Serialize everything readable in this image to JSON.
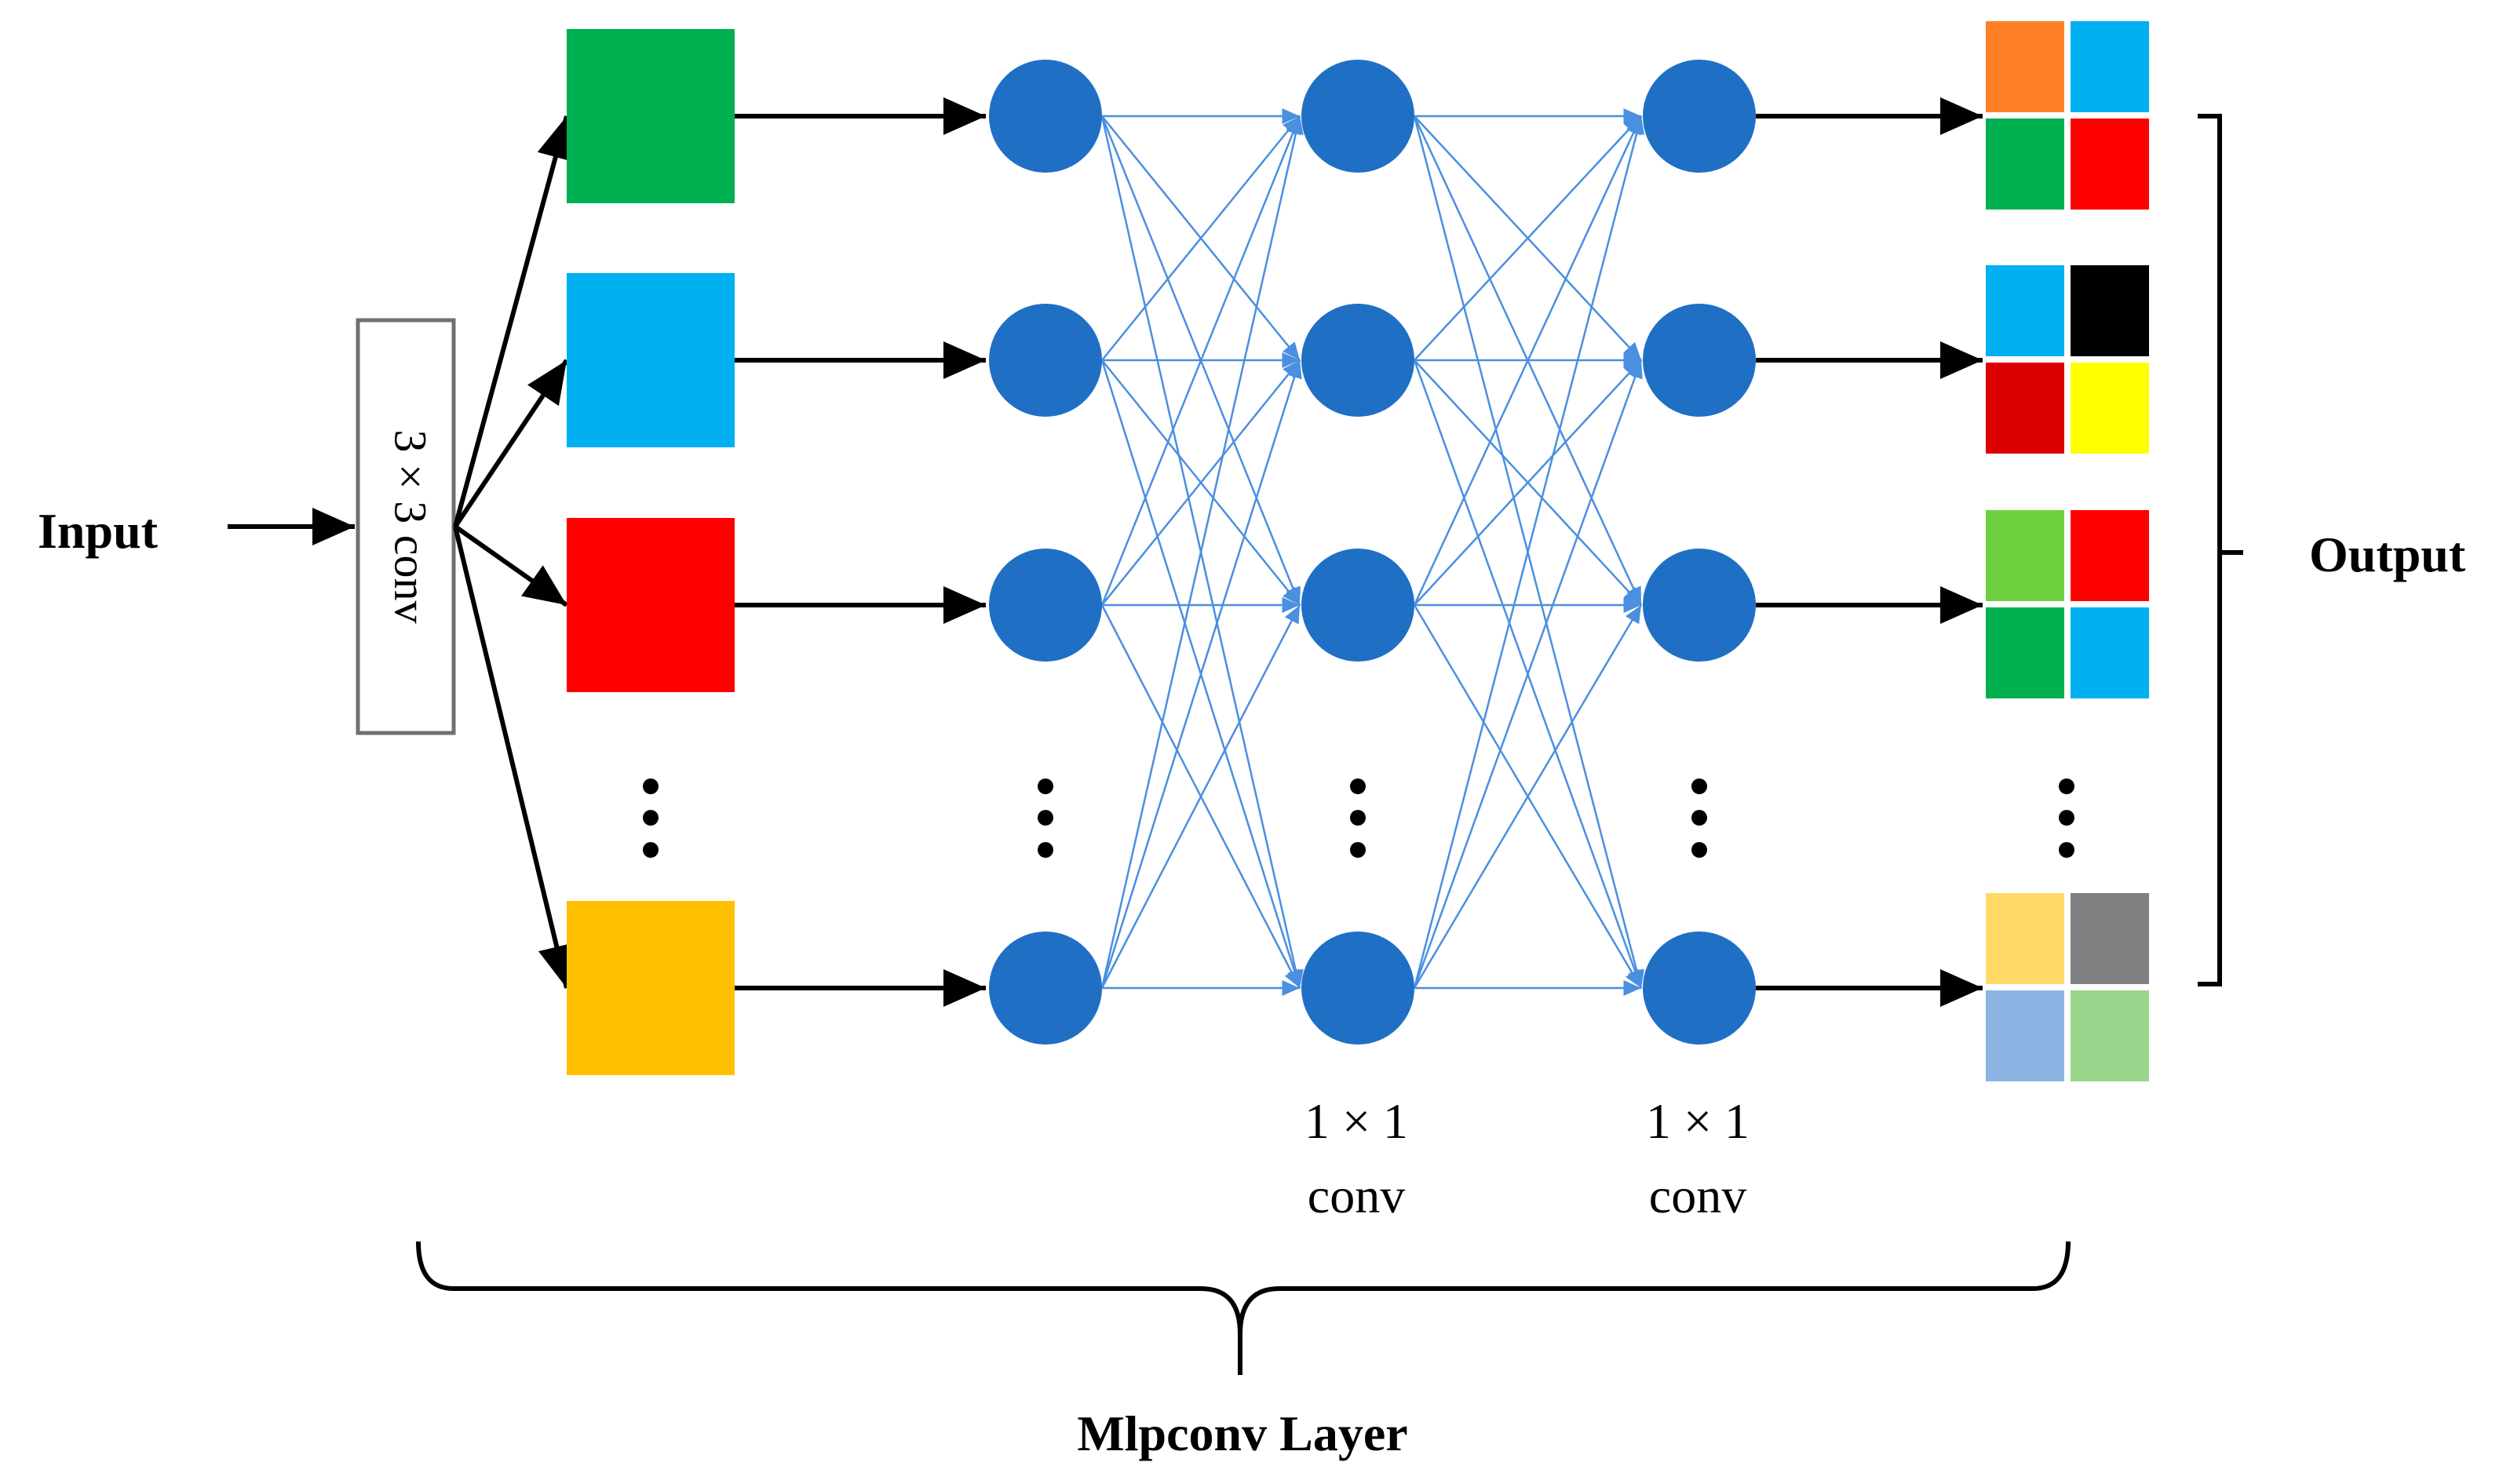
{
  "labels": {
    "input": "Input",
    "output": "Output",
    "conv3": "3 × 3 conv",
    "conv1a_top": "1 × 1",
    "conv1a_bottom": "conv",
    "conv1b_top": "1 × 1",
    "conv1b_bottom": "conv",
    "mlpconv": "Mlpconv Layer"
  },
  "colors": {
    "neuron": "#1F6FC5",
    "connection": "#4A8FE0",
    "feature_maps": [
      "#00B050",
      "#00B0F0",
      "#FF0000",
      "#FFC000"
    ],
    "outputs": [
      [
        "#FF7F27",
        "#00B0F0",
        "#00B050",
        "#FF0000"
      ],
      [
        "#00B0F0",
        "#000000",
        "#DD0000",
        "#FFFF00"
      ],
      [
        "#6FD03F",
        "#FF0000",
        "#00B050",
        "#00B0F0"
      ],
      [
        "#FFD966",
        "#808080",
        "#8EB4E3",
        "#99D58A"
      ]
    ]
  }
}
